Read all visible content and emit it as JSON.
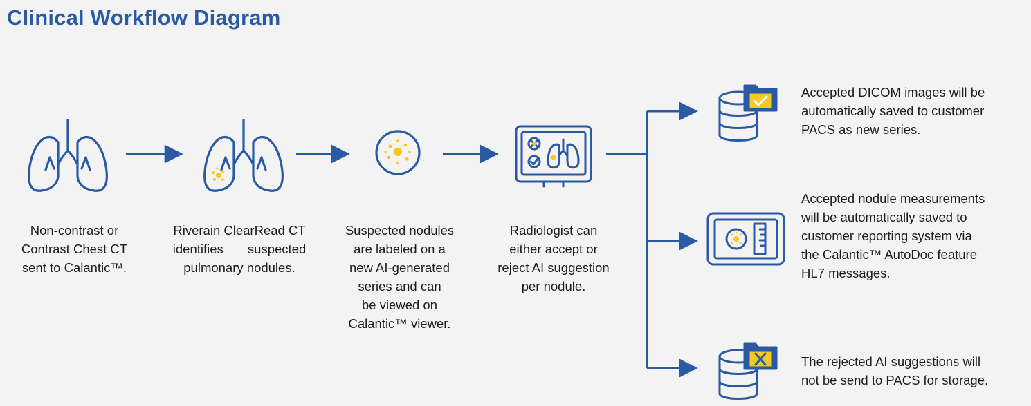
{
  "title": "Clinical Workflow Diagram",
  "colors": {
    "primary": "#2a5aa3",
    "accent": "#f7c81f",
    "background": "#f3f3f4"
  },
  "steps": [
    {
      "icon": "lungs-icon",
      "lines": [
        "Non-contrast or",
        "Contrast Chest CT",
        "sent to Calantic™."
      ]
    },
    {
      "icon": "lungs-nodule-icon",
      "lines": [
        "Riverain ClearRead CT",
        "identifies suspected",
        "pulmonary nodules."
      ]
    },
    {
      "icon": "nodule-circle-icon",
      "lines": [
        "Suspected nodules",
        "are labeled on a",
        "new AI-generated",
        "series and can",
        "be viewed on",
        "Calantic™ viewer."
      ]
    },
    {
      "icon": "monitor-review-icon",
      "lines": [
        "Radiologist can",
        "either accept or",
        "reject AI suggestion",
        "per nodule."
      ]
    }
  ],
  "outcomes": [
    {
      "icon": "database-accepted-icon",
      "lines": [
        "Accepted DICOM images will be",
        "automatically saved to customer",
        "PACS as new series."
      ]
    },
    {
      "icon": "report-device-icon",
      "lines": [
        "Accepted nodule measurements",
        "will be automatically saved to",
        "customer reporting system via",
        "the Calantic™ AutoDoc feature",
        "HL7 messages."
      ]
    },
    {
      "icon": "database-rejected-icon",
      "lines": [
        "The rejected AI suggestions will",
        "not be send to PACS for storage."
      ]
    }
  ]
}
